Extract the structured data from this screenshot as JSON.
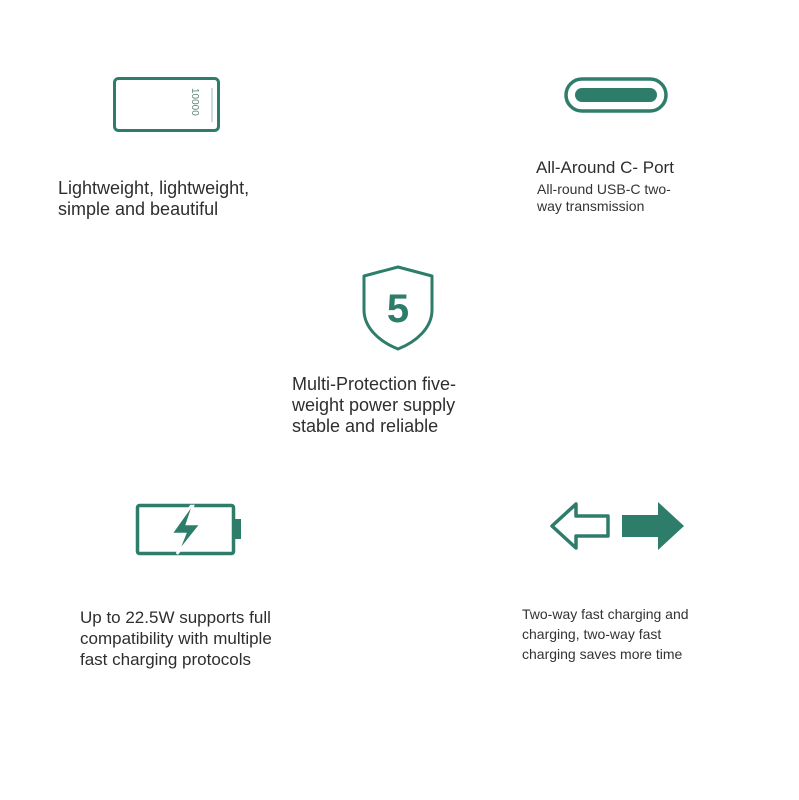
{
  "colors": {
    "accent": "#2e7d6b",
    "accent_light": "#d7ebe5",
    "text": "#2e2e2e"
  },
  "feature_lightweight": {
    "icon": "power-bank-icon",
    "device_label": "10000",
    "text_line1": "Lightweight, lightweight,",
    "text_line2": "simple and beautiful"
  },
  "feature_port": {
    "icon": "usb-c-port-icon",
    "title": "All-Around C- Port",
    "desc_line1": "All-round USB-C two-",
    "desc_line2": "way transmission"
  },
  "feature_protection": {
    "icon": "shield-icon",
    "badge_number": "5",
    "text_line1": "Multi-Protection five-",
    "text_line2": "weight power supply",
    "text_line3": "stable and reliable"
  },
  "feature_power": {
    "icon": "battery-bolt-icon",
    "text_line1": "Up to 22.5W supports full",
    "text_line2": "compatibility with multiple",
    "text_line3": "fast charging protocols"
  },
  "feature_twoway": {
    "icon": "bidirectional-arrows-icon",
    "text_line1": "Two-way fast charging and",
    "text_line2": "charging, two-way fast",
    "text_line3": "charging saves more time"
  }
}
